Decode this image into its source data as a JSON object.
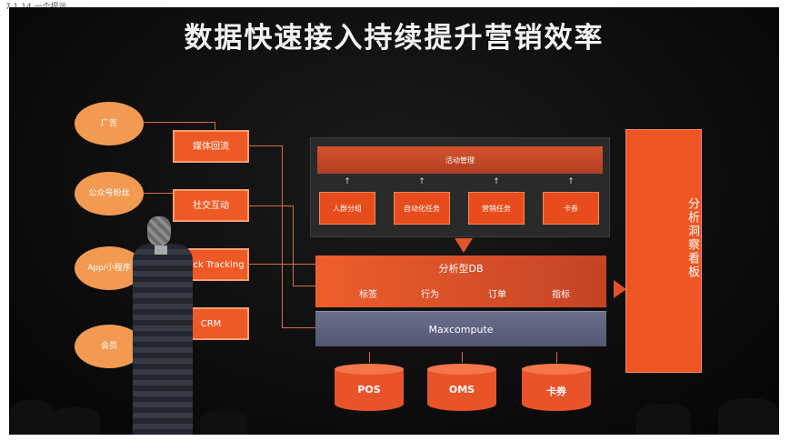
{
  "caption": "7.1.14 一个提示",
  "title": "数据快速接入持续提升营销效率",
  "sources": [
    "广告",
    "公众号粉丝",
    "App/小程序",
    "会员"
  ],
  "channels": [
    "媒体回流",
    "社交互动",
    "Quick Tracking",
    "CRM"
  ],
  "activity": {
    "title": "活动管理",
    "up_arrow": "↑",
    "modules": [
      "人群分组",
      "自动化任务",
      "营销任务",
      "卡券"
    ]
  },
  "db": {
    "title": "分析型DB",
    "fields": [
      "标签",
      "行为",
      "订单",
      "指标"
    ]
  },
  "compute": "Maxcompute",
  "stores": [
    "POS",
    "OMS",
    "卡券"
  ],
  "insight": "分析洞察看板",
  "colors": {
    "accent": "#ee5a26",
    "oval": "#f29a52",
    "compute": "#5e6280",
    "background": "#0d0d0d"
  }
}
